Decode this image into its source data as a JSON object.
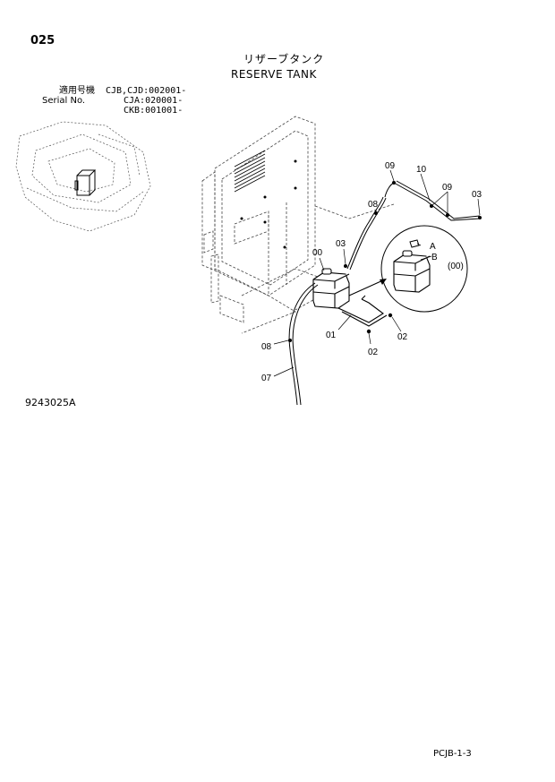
{
  "header": {
    "page_number": "025",
    "title_jp": "リザーブタンク",
    "title_en": "RESERVE TANK"
  },
  "serial": {
    "label_jp": "適用号機",
    "label_en": "Serial No.",
    "entries": [
      "CJB,CJD:002001-",
      "CJA:020001-",
      "CKB:001001-"
    ]
  },
  "callouts": {
    "c00": "00",
    "c00_paren": "(00)",
    "c01": "01",
    "c02a": "02",
    "c02b": "02",
    "c03a": "03",
    "c03b": "03",
    "c07": "07",
    "c08a": "08",
    "c08b": "08",
    "c09a": "09",
    "c09b": "09",
    "c10": "10",
    "cA": "A",
    "cB": "B"
  },
  "footer": {
    "figure_number": "9243025A",
    "page_code": "PCJB-1-3"
  }
}
